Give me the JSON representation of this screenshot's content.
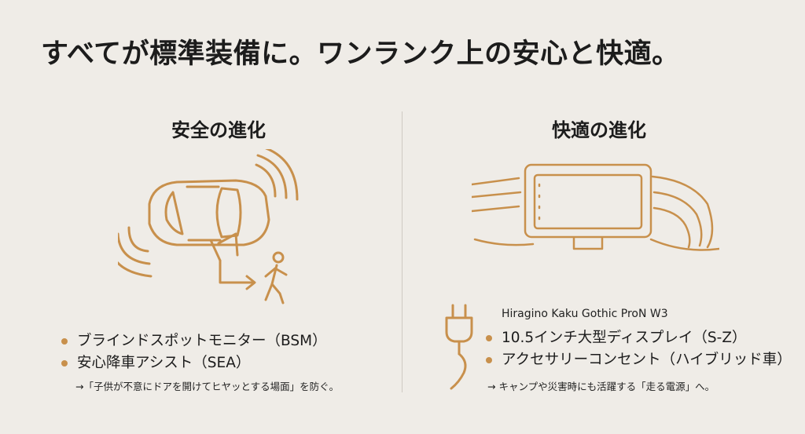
{
  "headline": "すべてが標準装備に。ワンランク上の安心と快適。",
  "left": {
    "title": "安全の進化",
    "features": [
      "ブラインドスポットモニター（BSM）",
      "安心降車アシスト（SEA）"
    ],
    "note": "→「子供が不意にドアを開けてヒヤッとする場面」を防ぐ。"
  },
  "right": {
    "title": "快適の進化",
    "font_label": "Hiragino Kaku Gothic ProN W3",
    "features": [
      "10.5インチ大型ディスプレイ（S-Z）",
      "アクセサリーコンセント（ハイブリッド車）"
    ],
    "note": "→ キャンプや災害時にも活躍する「走る電源」へ。"
  },
  "colors": {
    "background": "#efece7",
    "accent": "#c8904c",
    "text": "#1c1c1c",
    "divider": "#cfcac3"
  },
  "icons": [
    "car-top-view-icon",
    "radar-waves-icon",
    "pedestrian-icon",
    "arrow-icon",
    "dashboard-display-icon",
    "power-plug-icon"
  ]
}
